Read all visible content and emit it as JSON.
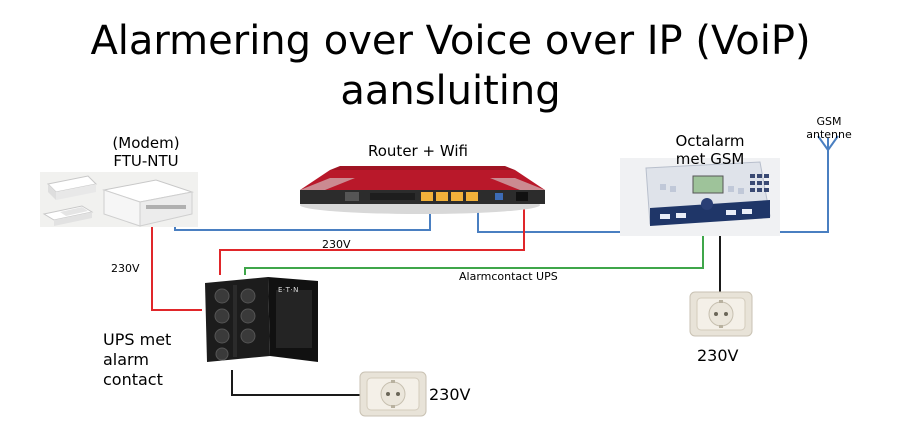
{
  "title": {
    "line1": "Alarmering over Voice over IP (VoiP)",
    "line2": "aansluiting"
  },
  "devices": {
    "modem": {
      "line1": "(Modem)",
      "line2": "FTU-NTU"
    },
    "router": {
      "label": "Router + Wifi"
    },
    "octalarm": {
      "line1": "Octalarm",
      "line2": "met GSM"
    },
    "gsm_antenna": {
      "line1": "GSM",
      "line2": "antenne"
    },
    "ups": {
      "line1": "UPS met",
      "line2": "alarm",
      "line3": "contact",
      "brand": "E·T·N"
    }
  },
  "wires": {
    "power_modem": "230V",
    "power_router": "230V",
    "alarm_contact": "Alarmcontact UPS"
  },
  "outlets": {
    "right": "230V",
    "bottom": "230V"
  },
  "colors": {
    "network": "#4a7fc1",
    "power": "#e0262a",
    "alarm": "#3fa64a",
    "ground": "#1a1a1a"
  }
}
